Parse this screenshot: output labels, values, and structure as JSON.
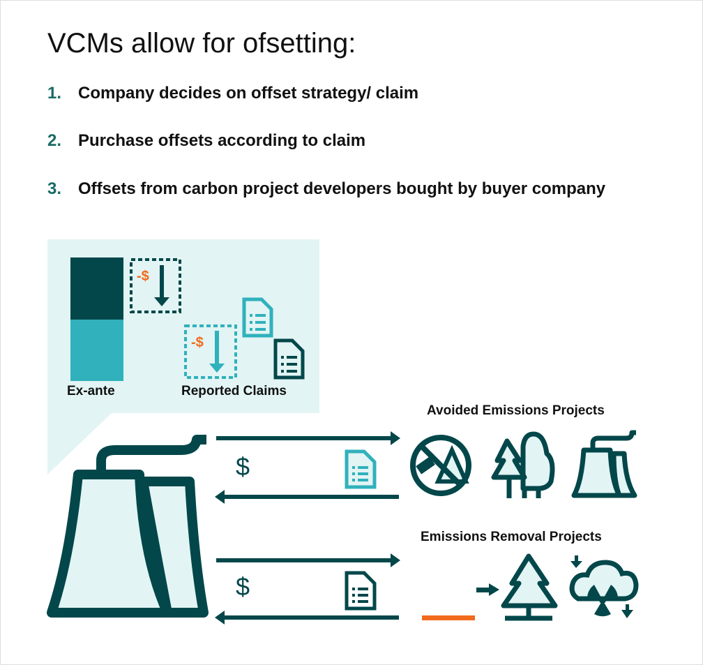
{
  "title": "VCMs allow for ofsetting:",
  "steps": [
    {
      "num": "1.",
      "text": "Company decides on offset strategy/ claim"
    },
    {
      "num": "2.",
      "text": "Purchase offsets according to claim"
    },
    {
      "num": "3.",
      "text": "Offsets from carbon project developers bought by buyer company"
    }
  ],
  "panel": {
    "ex_ante_label": "Ex-ante",
    "reported_claims_label": "Reported Claims",
    "minus_dollar": "-$"
  },
  "flows": {
    "dollar_symbol": "$",
    "avoided_title": "Avoided Emissions Projects",
    "removal_title": "Emissions Removal Projects"
  },
  "colors": {
    "dark": "#03474a",
    "teal": "#30b1bc",
    "light": "#e2f4f4",
    "orange": "#f26a1b",
    "number": "#1a6b66"
  }
}
